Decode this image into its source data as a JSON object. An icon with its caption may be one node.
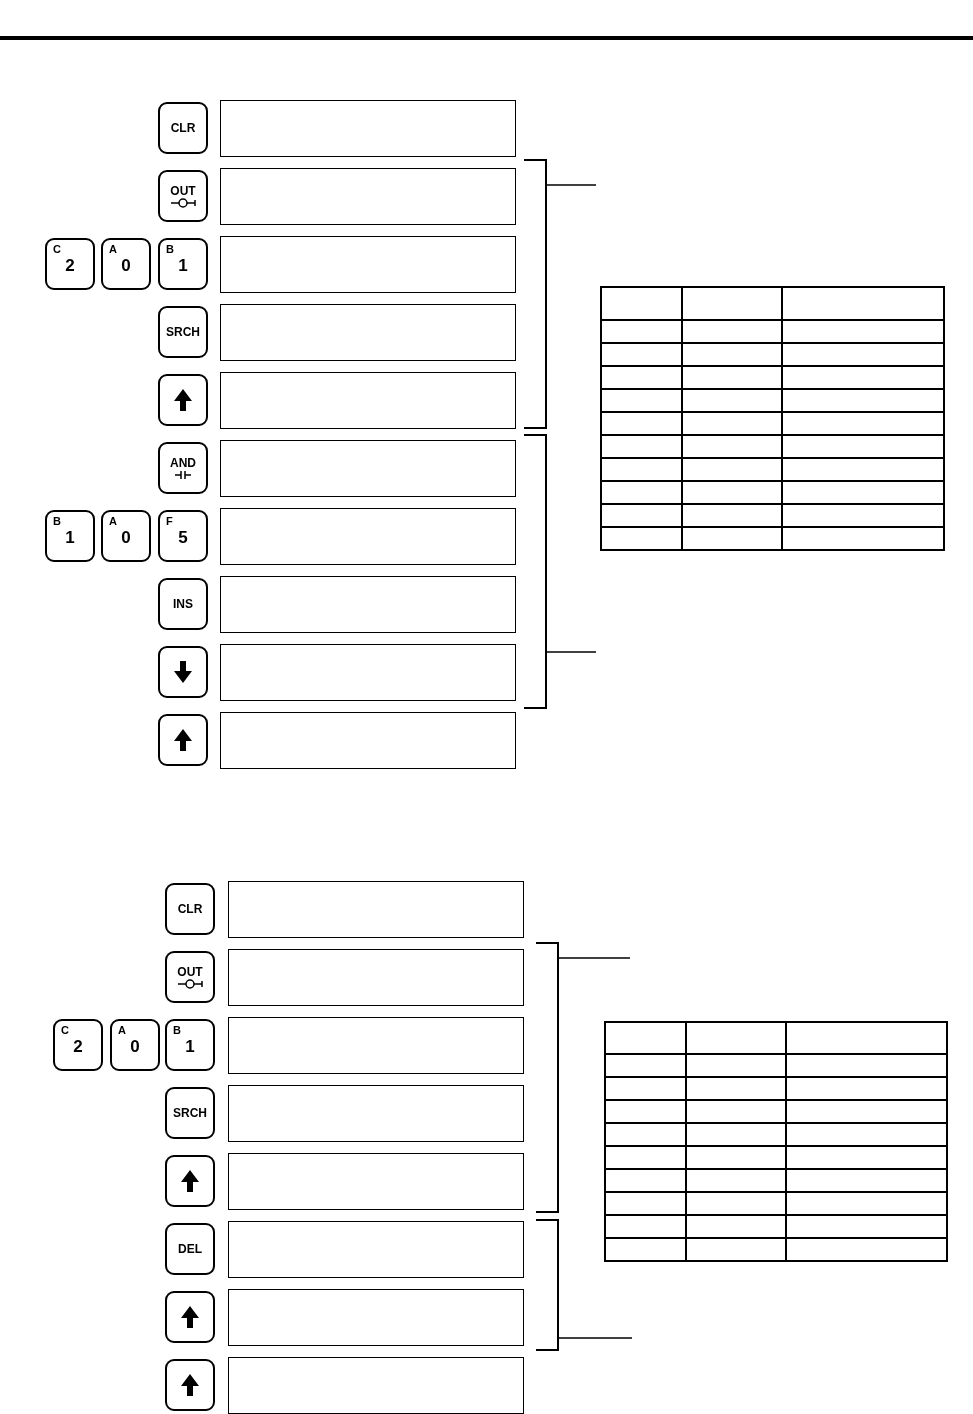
{
  "diagram": {
    "nodes": [
      {
        "text": [
          "CLR"
        ]
      },
      {
        "text": [],
        "shape": "box"
      },
      {
        "text": [
          "OUT"
        ]
      },
      {
        "text": [],
        "shape": "box"
      },
      {
        "text": [
          "C",
          "2"
        ]
      },
      {
        "text": [
          "A",
          "0"
        ]
      },
      {
        "text": [
          "B",
          "1"
        ]
      },
      {
        "text": [],
        "shape": "box"
      },
      {
        "text": [
          "SRCH"
        ]
      },
      {
        "text": [],
        "shape": "box"
      },
      {
        "text": [],
        "shape": "button"
      },
      {
        "text": [],
        "shape": "box"
      },
      {
        "text": [
          "AND"
        ]
      },
      {
        "text": [],
        "shape": "box"
      },
      {
        "text": [
          "B",
          "1"
        ]
      },
      {
        "text": [
          "A",
          "0"
        ]
      },
      {
        "text": [
          "F",
          "5"
        ]
      },
      {
        "text": [],
        "shape": "box"
      },
      {
        "text": [
          "INS"
        ]
      },
      {
        "text": [],
        "shape": "box"
      },
      {
        "text": [],
        "shape": "button"
      },
      {
        "text": [],
        "shape": "box"
      },
      {
        "text": [],
        "shape": "button"
      },
      {
        "text": [],
        "shape": "box"
      },
      {
        "text": [
          "CLR"
        ]
      },
      {
        "text": [],
        "shape": "box"
      },
      {
        "text": [
          "OUT"
        ]
      },
      {
        "text": [],
        "shape": "box"
      },
      {
        "text": [
          "C",
          "2"
        ]
      },
      {
        "text": [
          "A",
          "0"
        ]
      },
      {
        "text": [
          "B",
          "1"
        ]
      },
      {
        "text": [],
        "shape": "box"
      },
      {
        "text": [
          "SRCH"
        ]
      },
      {
        "text": [],
        "shape": "box"
      },
      {
        "text": [],
        "shape": "button"
      },
      {
        "text": [],
        "shape": "box"
      },
      {
        "text": [
          "DEL"
        ]
      },
      {
        "text": [],
        "shape": "box"
      },
      {
        "text": [],
        "shape": "button"
      },
      {
        "text": [],
        "shape": "box"
      },
      {
        "text": [],
        "shape": "button"
      },
      {
        "text": [],
        "shape": "box"
      }
    ]
  }
}
